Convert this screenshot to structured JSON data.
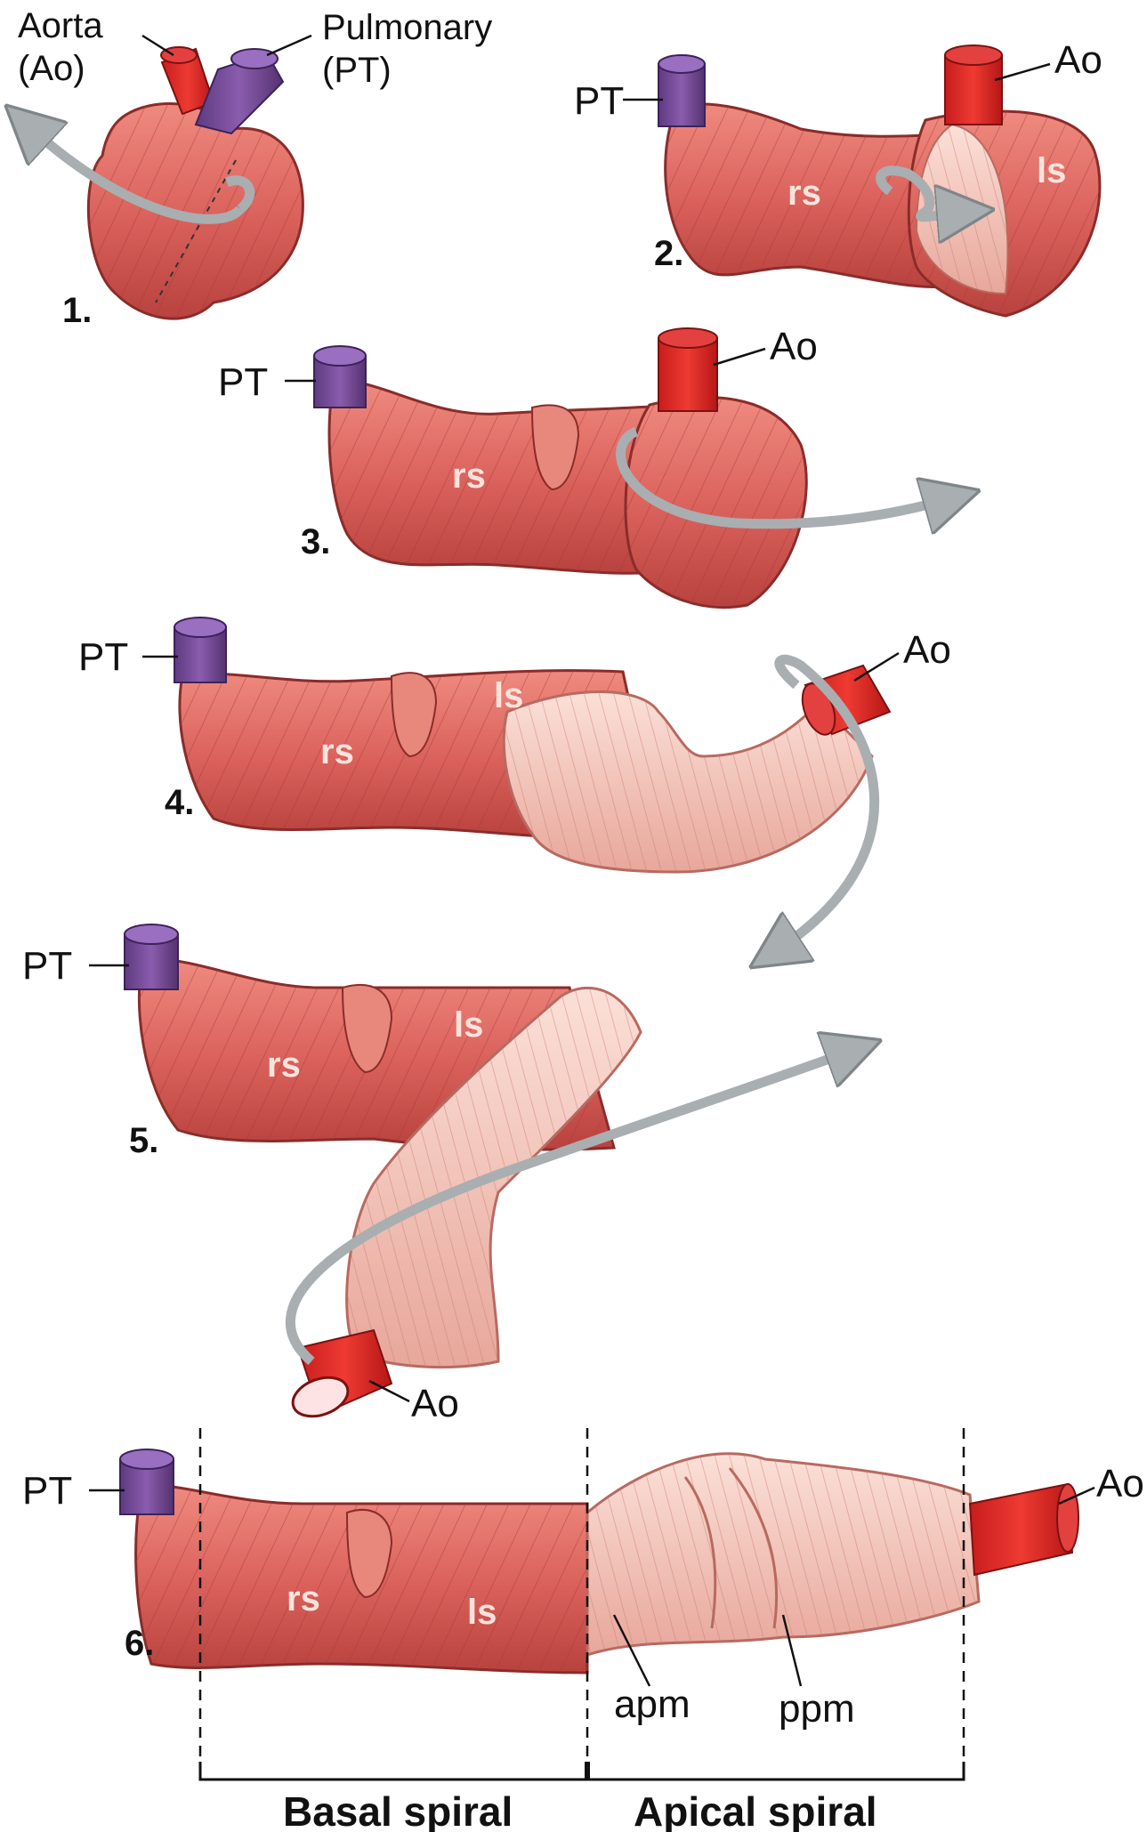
{
  "colors": {
    "muscle": "#d9605a",
    "muscle_dark": "#b8423e",
    "muscle_light": "#f2c2b8",
    "aorta": "#e02a2a",
    "pulmonary": "#7a4c9a",
    "arrow": "#a9aeb1"
  },
  "panel1": {
    "step": "1.",
    "aorta_label": [
      "Aorta",
      "(Ao)"
    ],
    "pulmonary_label": [
      "Pulmonary",
      "(PT)"
    ]
  },
  "panel2": {
    "step": "2.",
    "pt": "PT",
    "ao": "Ao",
    "rs": "rs",
    "ls": "ls"
  },
  "panel3": {
    "step": "3.",
    "pt": "PT",
    "ao": "Ao",
    "rs": "rs"
  },
  "panel4": {
    "step": "4.",
    "pt": "PT",
    "ao": "Ao",
    "rs": "rs",
    "ls": "ls"
  },
  "panel5": {
    "step": "5.",
    "pt": "PT",
    "ao": "Ao",
    "rs": "rs",
    "ls": "ls"
  },
  "panel6": {
    "step": "6.",
    "pt": "PT",
    "ao": "Ao",
    "rs": "rs",
    "ls": "ls",
    "apm": "apm",
    "ppm": "ppm",
    "basal_spiral": "Basal spiral",
    "apical_spiral": "Apical spiral"
  }
}
